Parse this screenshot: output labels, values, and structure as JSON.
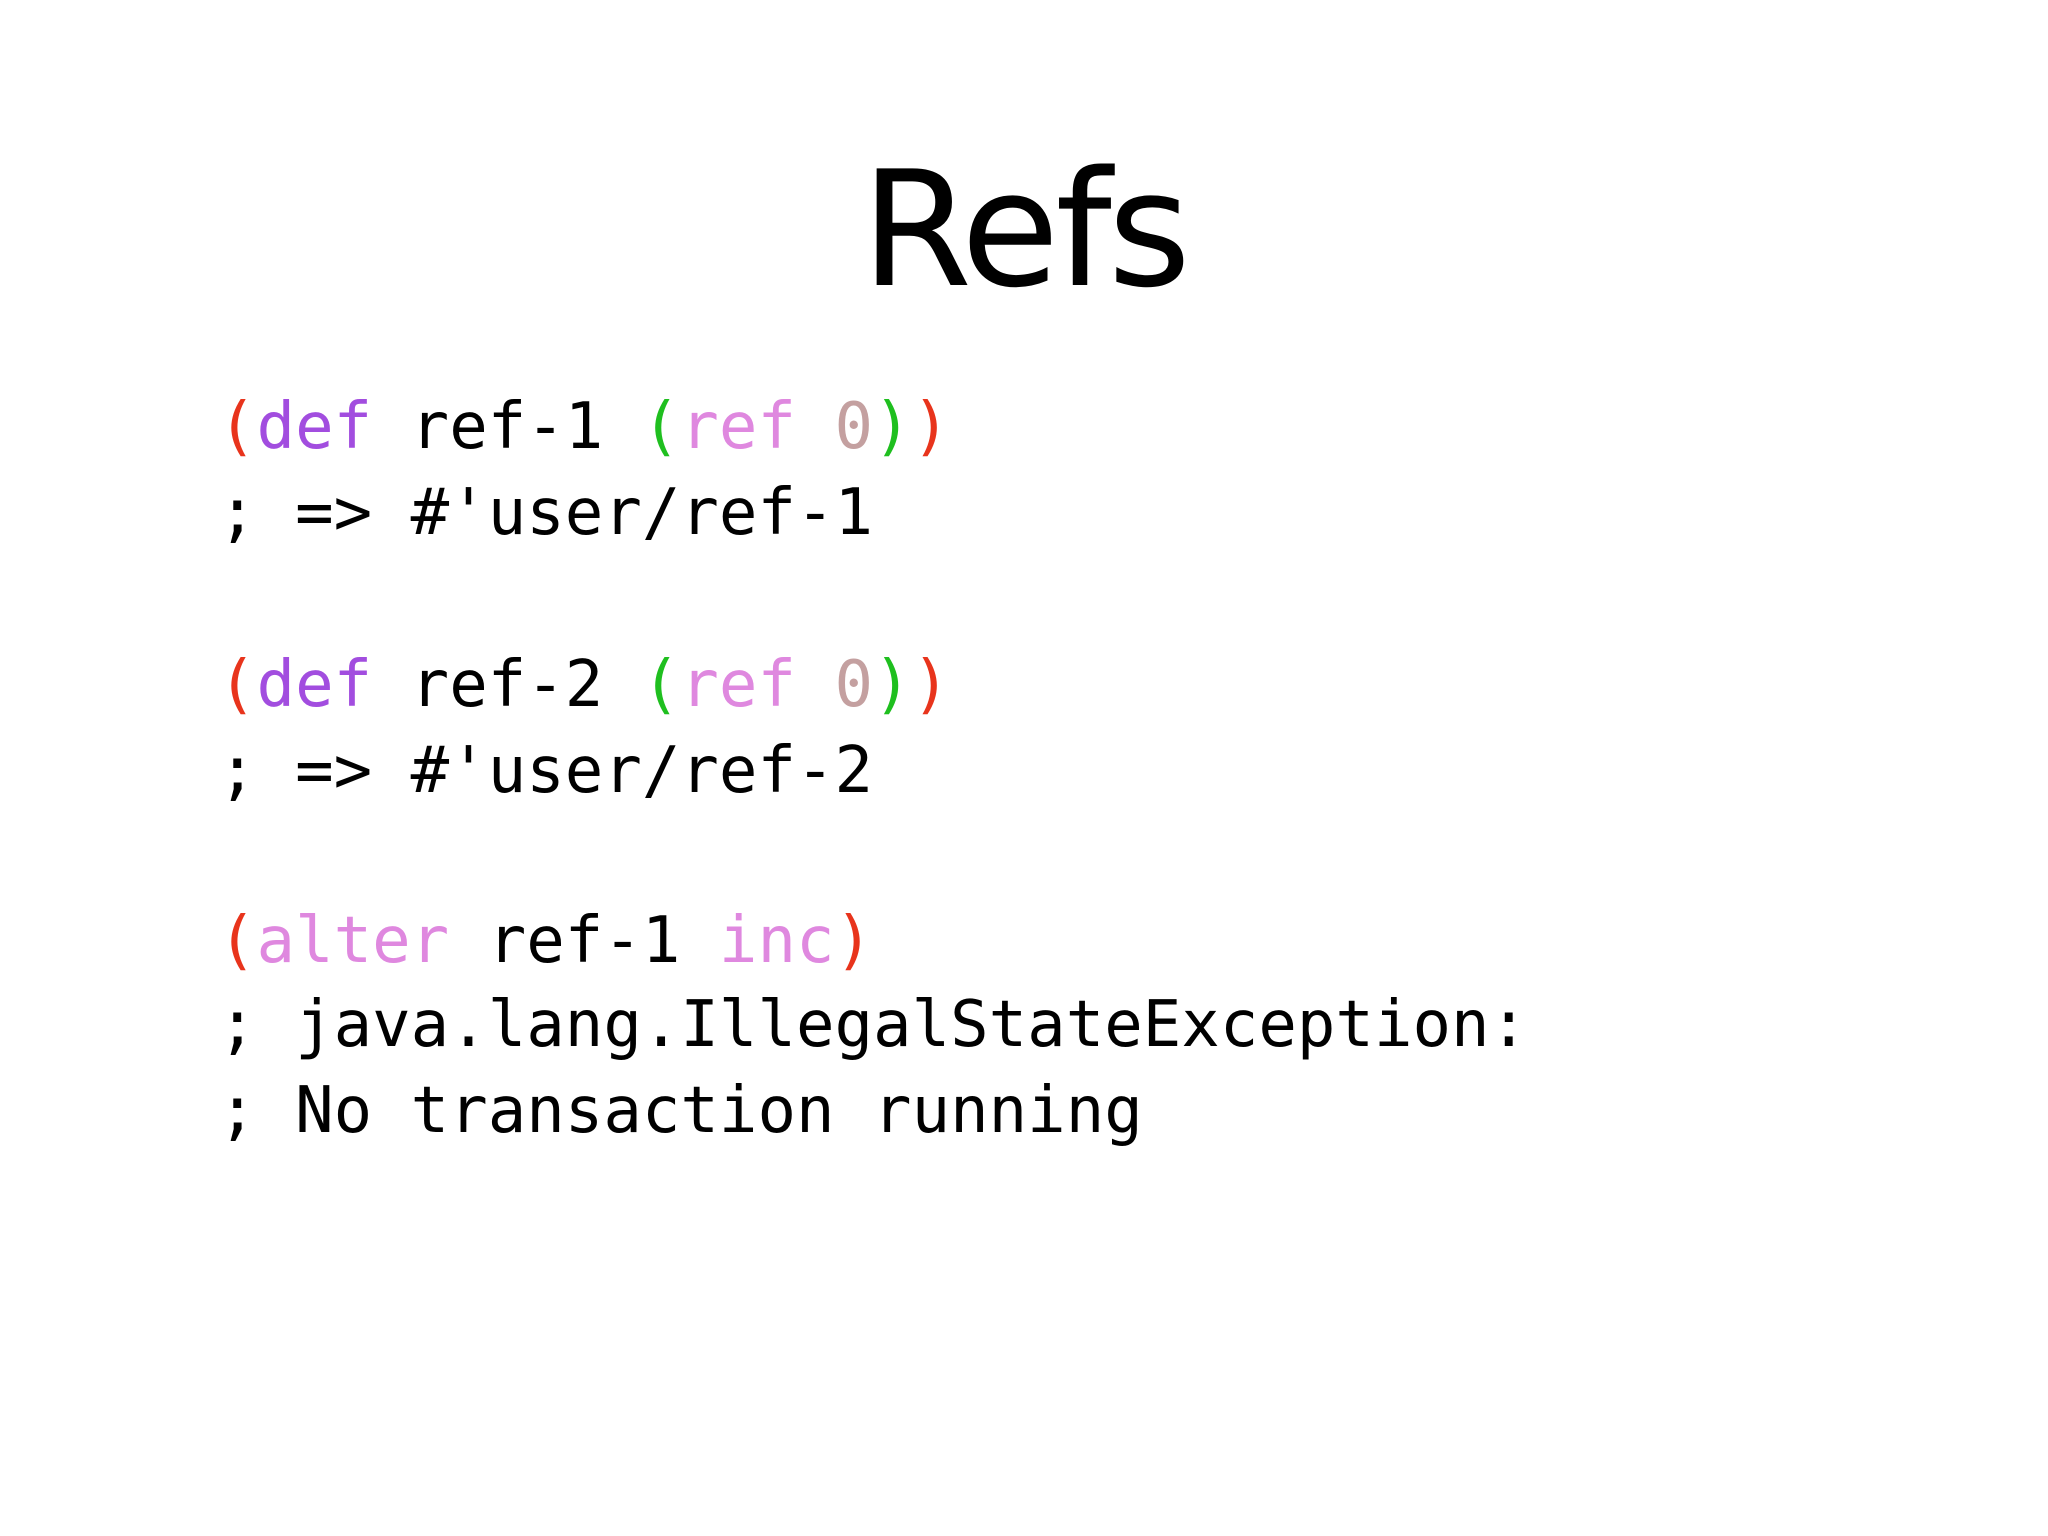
{
  "slide": {
    "title": "Refs"
  },
  "colors": {
    "paren_outer": "#e8341c",
    "paren_inner": "#1fbf1f",
    "keyword_def": "#a24ddf",
    "keyword_fn": "#df88df",
    "number": "#c4a0a0",
    "text": "#000000"
  },
  "code": {
    "lines": [
      {
        "tokens": [
          {
            "text": "(",
            "color": "#e8341c"
          },
          {
            "text": "def",
            "color": "#a24ddf"
          },
          {
            "text": " ref-1 ",
            "color": "#000000"
          },
          {
            "text": "(",
            "color": "#1fbf1f"
          },
          {
            "text": "ref",
            "color": "#df88df"
          },
          {
            "text": " ",
            "color": "#000000"
          },
          {
            "text": "0",
            "color": "#c4a0a0"
          },
          {
            "text": ")",
            "color": "#1fbf1f"
          },
          {
            "text": ")",
            "color": "#e8341c"
          }
        ]
      },
      {
        "tokens": [
          {
            "text": "; => #'user/ref-1",
            "color": "#000000"
          }
        ]
      },
      {
        "tokens": [
          {
            "text": "(",
            "color": "#e8341c"
          },
          {
            "text": "def",
            "color": "#a24ddf"
          },
          {
            "text": " ref-2 ",
            "color": "#000000"
          },
          {
            "text": "(",
            "color": "#1fbf1f"
          },
          {
            "text": "ref",
            "color": "#df88df"
          },
          {
            "text": " ",
            "color": "#000000"
          },
          {
            "text": "0",
            "color": "#c4a0a0"
          },
          {
            "text": ")",
            "color": "#1fbf1f"
          },
          {
            "text": ")",
            "color": "#e8341c"
          }
        ]
      },
      {
        "tokens": [
          {
            "text": "; => #'user/ref-2",
            "color": "#000000"
          }
        ]
      },
      {
        "tokens": [
          {
            "text": "(",
            "color": "#e8341c"
          },
          {
            "text": "alter",
            "color": "#df88df"
          },
          {
            "text": " ref-1 ",
            "color": "#000000"
          },
          {
            "text": "inc",
            "color": "#df88df"
          },
          {
            "text": ")",
            "color": "#e8341c"
          }
        ]
      },
      {
        "tokens": [
          {
            "text": "; java.lang.IllegalStateException:",
            "color": "#000000"
          }
        ]
      },
      {
        "tokens": [
          {
            "text": "; No transaction running",
            "color": "#000000"
          }
        ]
      }
    ]
  }
}
